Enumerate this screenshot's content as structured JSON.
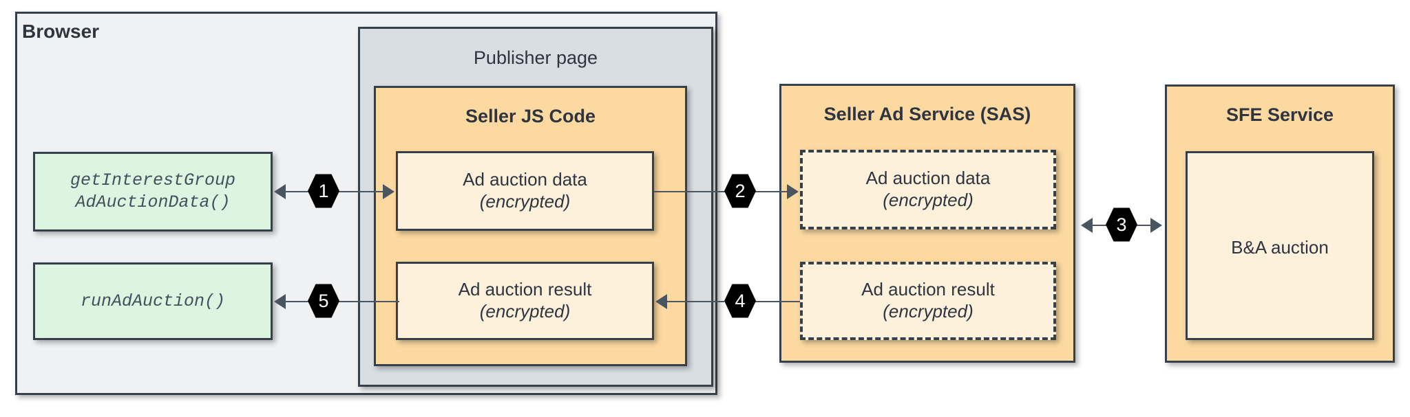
{
  "diagram": {
    "title_hidden": "",
    "colors": {
      "browser_bg": "#eff1f3",
      "publisher_bg": "#d9dee3",
      "orange": "#fcd9a0",
      "cream": "#fdf1dc",
      "green": "#ddf5e0",
      "stroke": "#36404a",
      "text": "#2e3440",
      "badge": "#000000"
    }
  },
  "browser": {
    "label": "Browser",
    "api_calls": [
      {
        "name": "get-interest-group-ad-auction-data",
        "label": "getInterestGroup\nAdAuctionData()"
      },
      {
        "name": "run-ad-auction",
        "label": "runAdAuction()"
      }
    ]
  },
  "publisher_page": {
    "label": "Publisher page",
    "seller_js": {
      "title": "Seller JS Code",
      "items": [
        {
          "line1": "Ad auction data",
          "line2": "(encrypted)"
        },
        {
          "line1": "Ad auction result",
          "line2": "(encrypted)"
        }
      ]
    }
  },
  "seller_ad_service": {
    "title": "Seller Ad Service (SAS)",
    "items": [
      {
        "line1": "Ad auction data",
        "line2": "(encrypted)"
      },
      {
        "line1": "Ad auction result",
        "line2": "(encrypted)"
      }
    ]
  },
  "sfe_service": {
    "title": "SFE Service",
    "items": [
      {
        "label": "B&A auction"
      }
    ]
  },
  "step_badges": [
    {
      "id": "1",
      "label": "1"
    },
    {
      "id": "2",
      "label": "2"
    },
    {
      "id": "3",
      "label": "3"
    },
    {
      "id": "4",
      "label": "4"
    },
    {
      "id": "5",
      "label": "5"
    }
  ]
}
